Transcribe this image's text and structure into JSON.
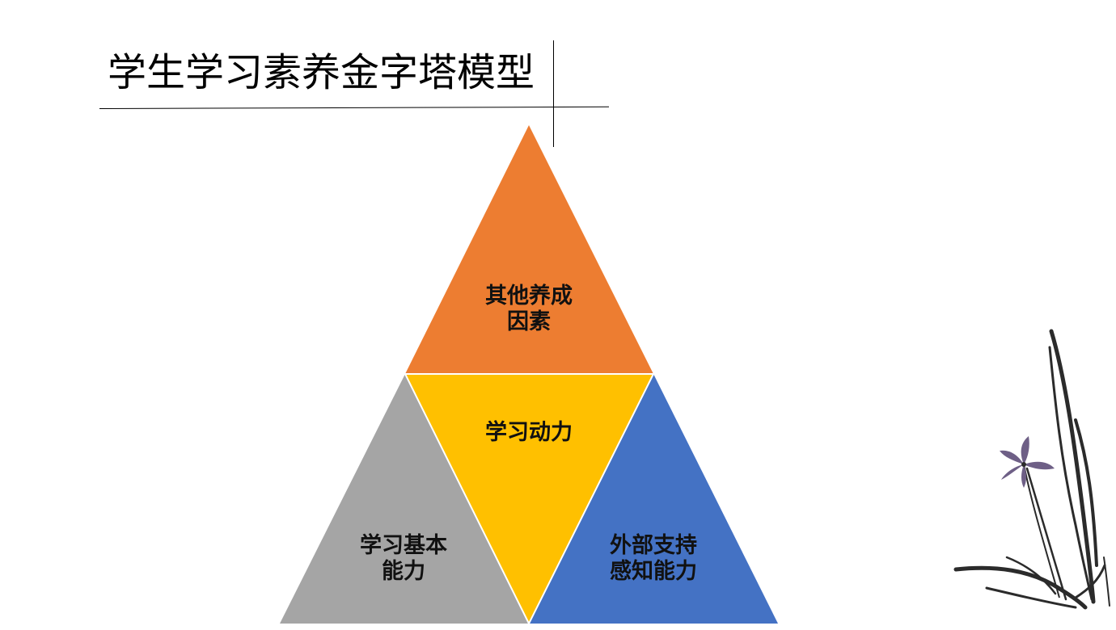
{
  "title": "学生学习素养金字塔模型",
  "pyramid": {
    "top": {
      "line1": "其他养成",
      "line2": "因素",
      "color": "#ED7D31"
    },
    "center": {
      "line1": "学习动力",
      "color": "#FFC000"
    },
    "left": {
      "line1": "学习基本",
      "line2": "能力",
      "color": "#A5A5A5"
    },
    "right": {
      "line1": "外部支持",
      "line2": "感知能力",
      "color": "#4472C4"
    }
  },
  "decoration": {
    "icon": "orchid-ink-painting-icon",
    "petal_color": "#6E5F86",
    "stem_color": "#2B2B2B"
  }
}
